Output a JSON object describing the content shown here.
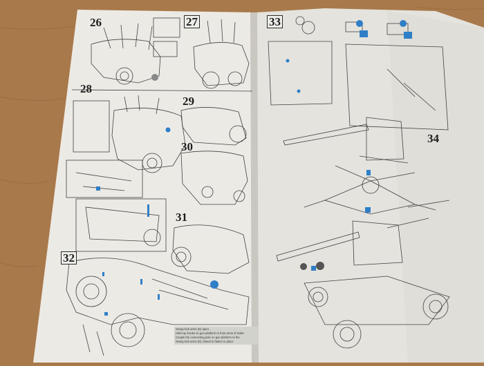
{
  "scene": {
    "description_colors": {
      "table": "#a8794a",
      "paper": "#eceae4",
      "line_art": "#3a3a3a",
      "accent_blue": "#2f7fc7"
    },
    "left_page": {
      "steps": [
        "26",
        "27",
        "28",
        "29",
        "30",
        "31",
        "32"
      ]
    },
    "right_page": {
      "steps": [
        "33",
        "34"
      ]
    },
    "instruction_lines": [
      "Swing lock arms (D) open.",
      "Hitch-up hooks on gun platform to front arms of trailer",
      "Couple the connecting pole on gun platform to the",
      "Swing lock arms (D) closed to fasten in place"
    ]
  }
}
